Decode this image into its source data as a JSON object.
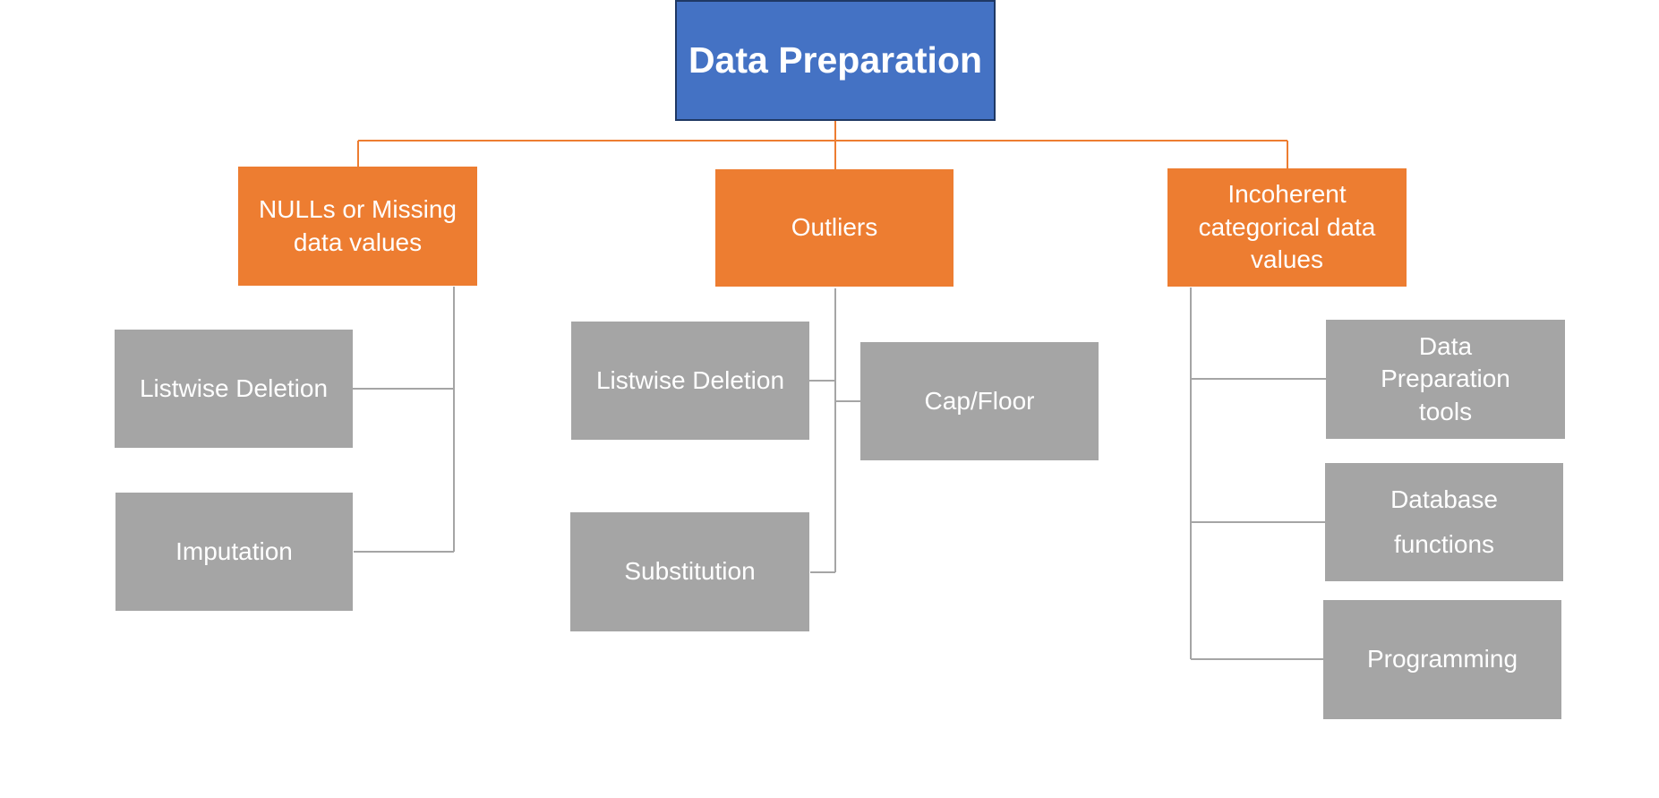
{
  "diagram": {
    "root": {
      "label": "Data Preparation"
    },
    "categories": [
      {
        "label": "NULLs or Missing data values",
        "children": [
          "Listwise Deletion",
          "Imputation"
        ]
      },
      {
        "label": "Outliers",
        "children": [
          "Listwise Deletion",
          "Cap/Floor",
          "Substitution"
        ]
      },
      {
        "label": "Incoherent categorical data values",
        "children": [
          "Data Preparation tools",
          "Database functions",
          "Programming"
        ]
      }
    ]
  },
  "colors": {
    "root_fill": "#4472c4",
    "root_border": "#1f3864",
    "category_fill": "#ed7d31",
    "category_connector": "#ed7d31",
    "leaf_fill": "#a5a5a5",
    "leaf_connector": "#a5a5a5",
    "text": "#ffffff"
  }
}
